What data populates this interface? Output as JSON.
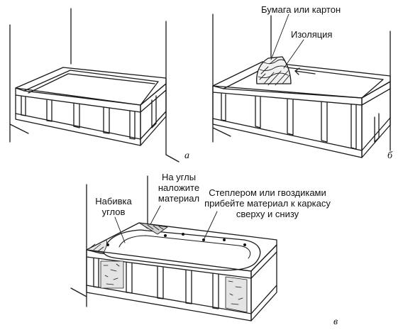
{
  "panels": [
    {
      "letter": "а"
    },
    {
      "letter": "б",
      "labels": {
        "paper": "Бумага или картон",
        "insulation": "Изоляция"
      }
    },
    {
      "letter": "в",
      "labels": {
        "corner_stuffing": [
          "Набивка",
          "углов"
        ],
        "corners_material": [
          "На углы",
          "наложите",
          "материал"
        ],
        "staple": [
          "Степлером или гвоздиками",
          "прибейте материал к каркасу",
          "сверху и снизу"
        ]
      }
    }
  ]
}
